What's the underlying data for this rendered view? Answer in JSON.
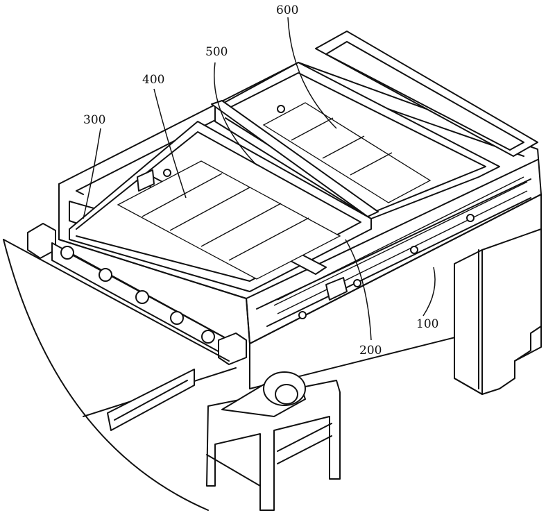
{
  "figure": {
    "line_color": "#111111",
    "background": "#ffffff",
    "callouts": [
      {
        "id": "100",
        "label": "100"
      },
      {
        "id": "200",
        "label": "200"
      },
      {
        "id": "300",
        "label": "300"
      },
      {
        "id": "400",
        "label": "400"
      },
      {
        "id": "500",
        "label": "500"
      }
    ],
    "callout_600": "600"
  }
}
